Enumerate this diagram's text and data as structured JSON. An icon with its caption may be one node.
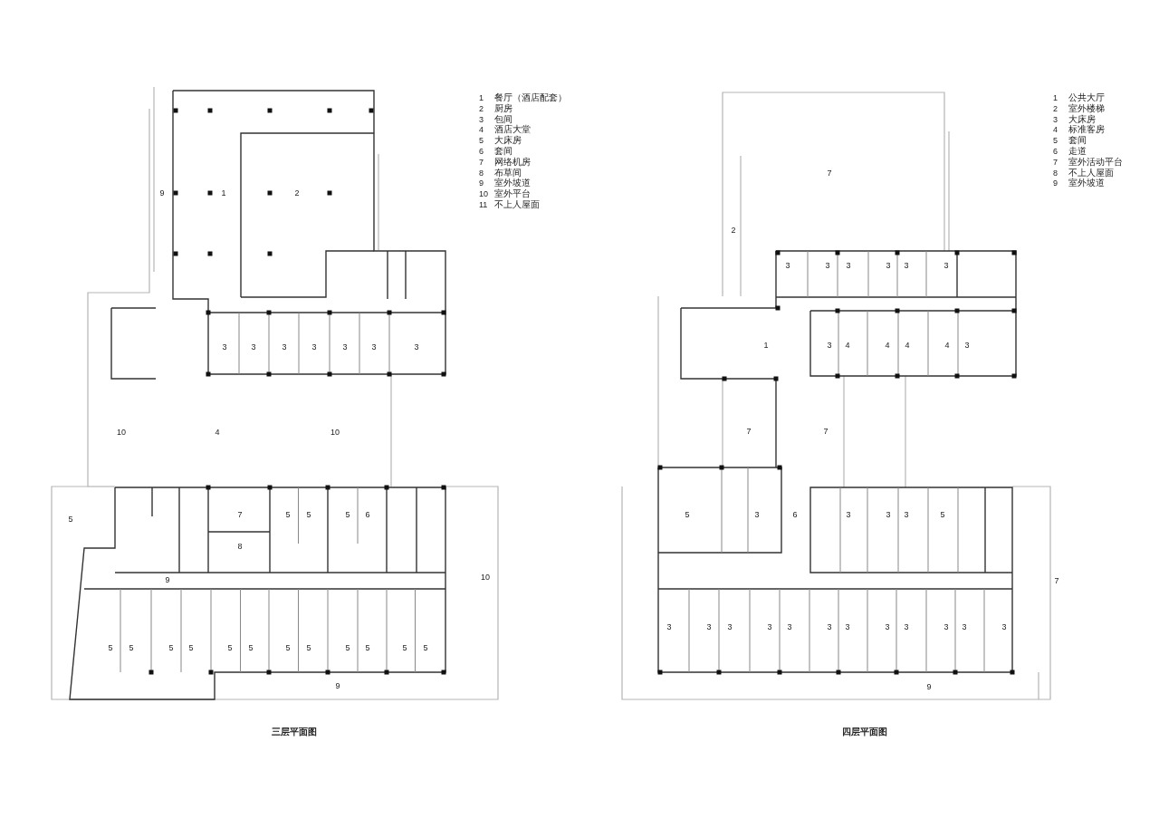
{
  "diagram": {
    "labels": [
      "9",
      "1",
      "2",
      "3",
      "3",
      "3",
      "3",
      "3",
      "3",
      "3",
      "10",
      "4",
      "10",
      "5",
      "7",
      "5",
      "5",
      "5",
      "6",
      "8",
      "9",
      "10",
      "5",
      "5",
      "5",
      "5",
      "5",
      "5",
      "5",
      "5",
      "5",
      "5",
      "5",
      "5",
      "9",
      "1",
      "餐厅（酒店配套）",
      "2",
      "厨房",
      "3",
      "包间",
      "4",
      "酒店大堂",
      "5",
      "大床房",
      "6",
      "套间",
      "7",
      "网络机房",
      "8",
      "布草间",
      "9",
      "室外坡道",
      "10",
      "室外平台",
      "11",
      "不上人屋面",
      "三层平面图",
      "7",
      "2",
      "3",
      "3",
      "3",
      "3",
      "3",
      "3",
      "1",
      "3",
      "4",
      "4",
      "4",
      "4",
      "3",
      "7",
      "7",
      "5",
      "3",
      "6",
      "3",
      "3",
      "3",
      "5",
      "7",
      "3",
      "3",
      "3",
      "3",
      "3",
      "3",
      "3",
      "3",
      "3",
      "3",
      "3",
      "3",
      "9",
      "1",
      "公共大厅",
      "2",
      "室外楼梯",
      "3",
      "大床房",
      "4",
      "标准客房",
      "5",
      "套间",
      "6",
      "走道",
      "7",
      "室外活动平台",
      "8",
      "不上人屋面",
      "9",
      "室外坡道",
      "四层平面图"
    ]
  }
}
